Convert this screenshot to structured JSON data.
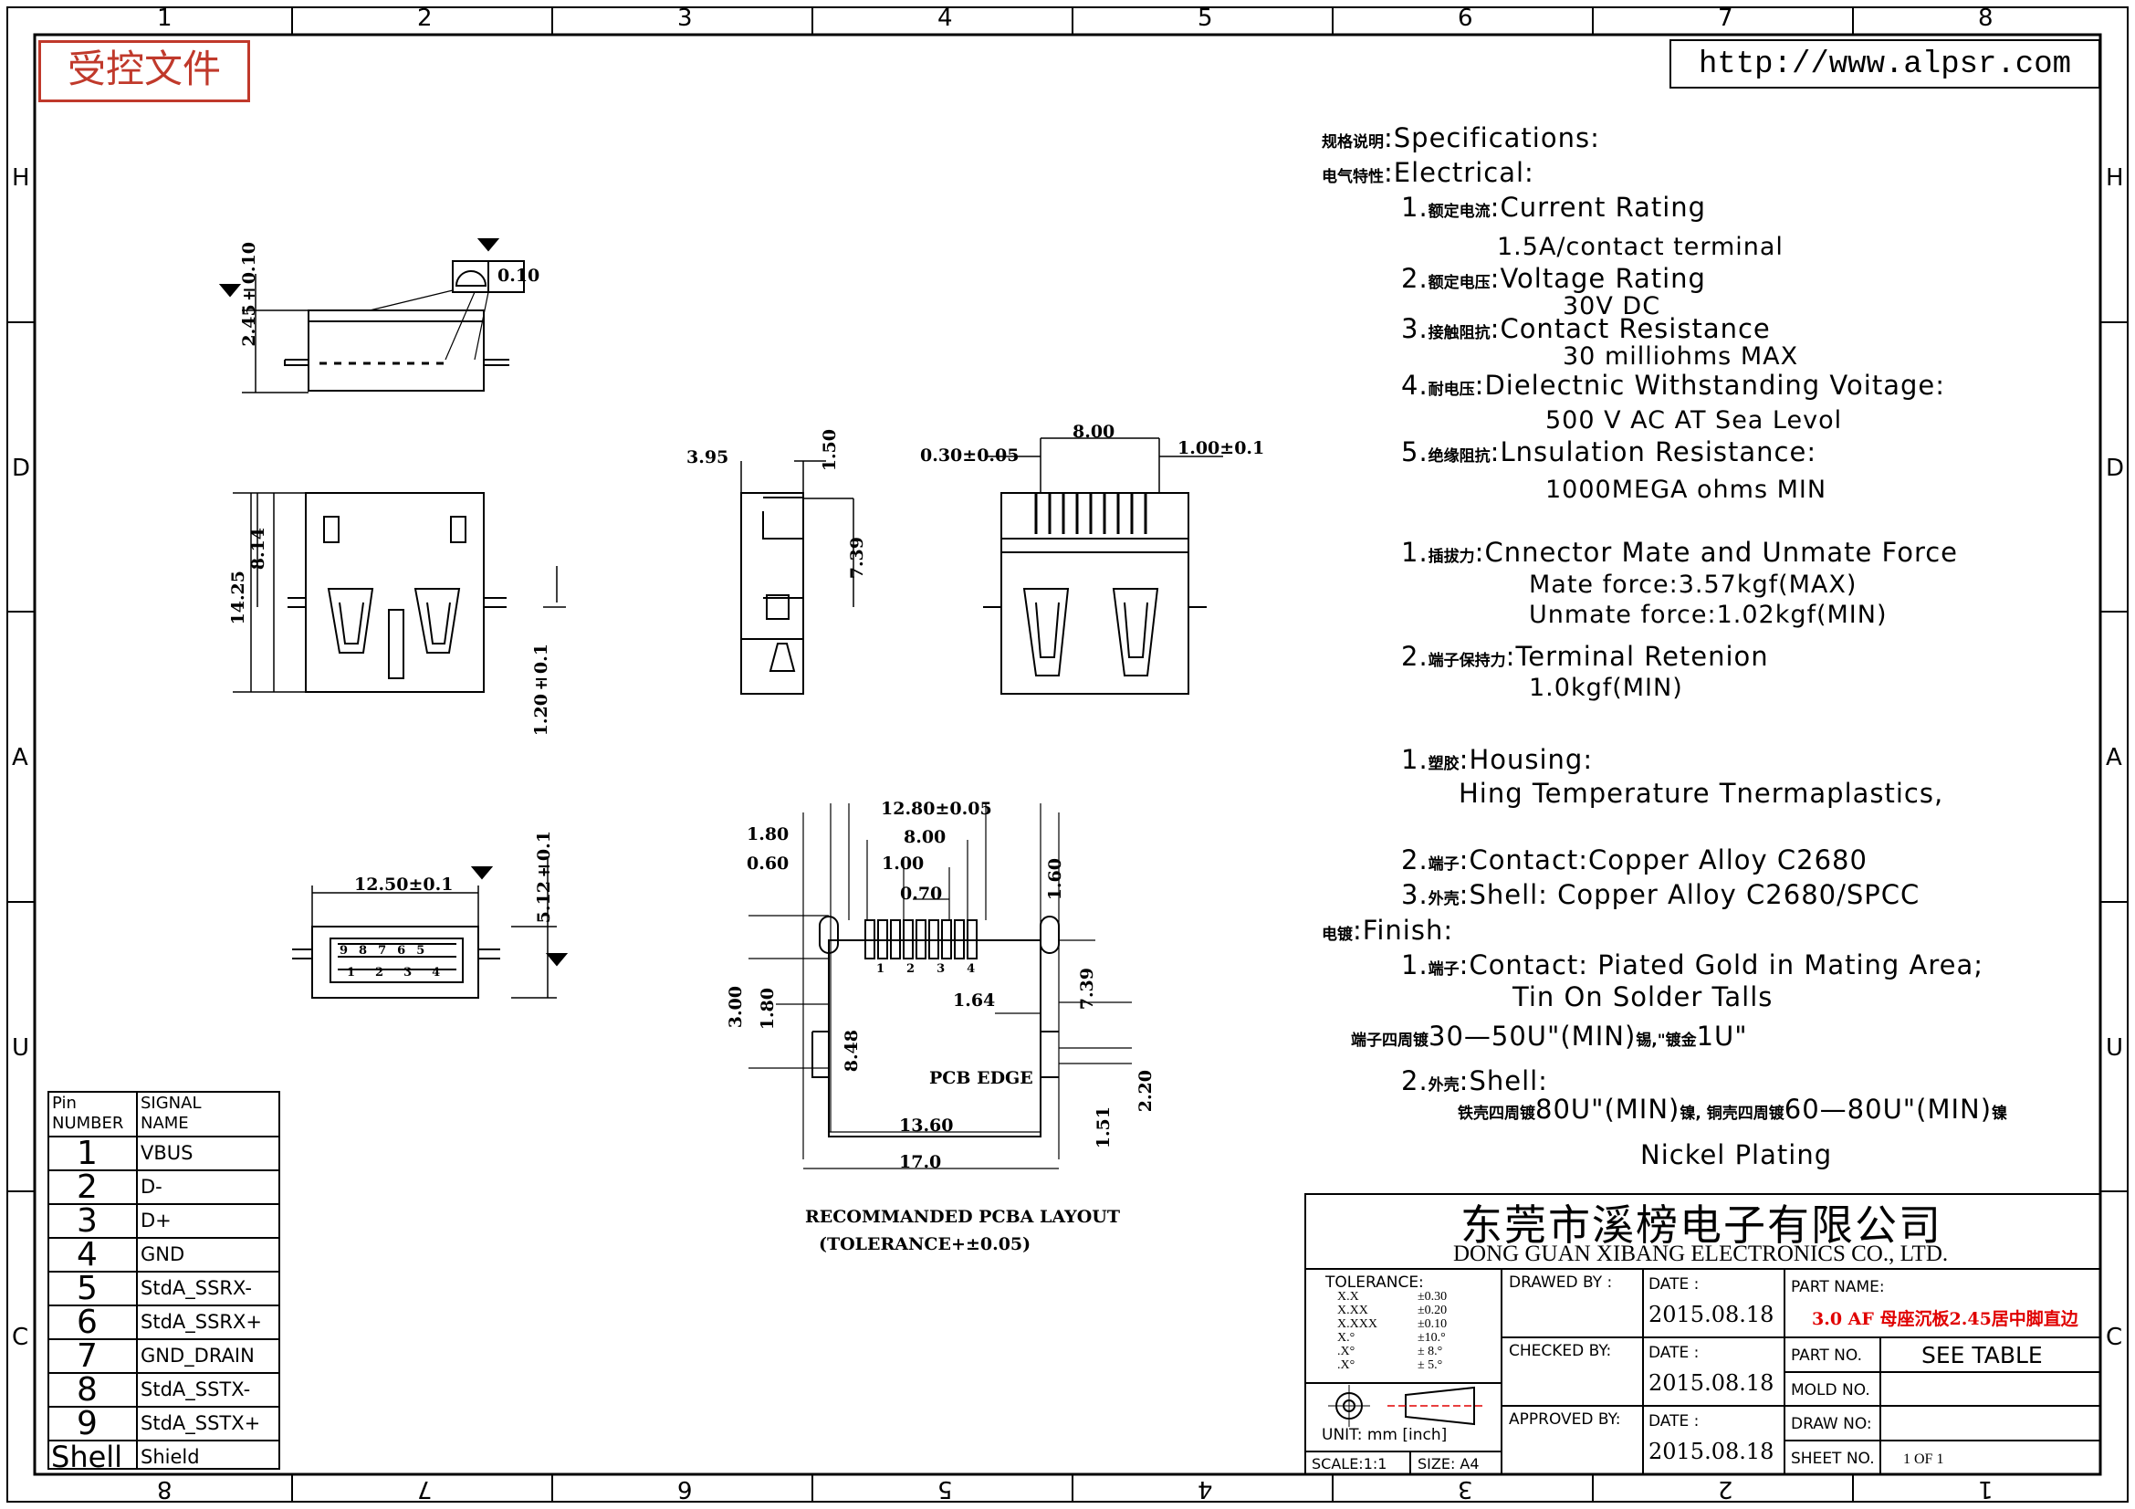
{
  "page": {
    "stamp": "受控文件",
    "url": "http://www.alpsr.com"
  },
  "frame": {
    "top_numbers": [
      "1",
      "2",
      "3",
      "4",
      "5",
      "6",
      "7",
      "8"
    ],
    "bottom_numbers": [
      "8",
      "7",
      "6",
      "5",
      "4",
      "3",
      "2",
      "1"
    ],
    "side_letters": [
      "H",
      "D",
      "A",
      "U",
      "C"
    ]
  },
  "specs": {
    "title_cn": "规格说明",
    "title": ":Specifications:",
    "electrical_cn": "电气特性",
    "electrical": ":Electrical:",
    "current_num": "1.",
    "current_cn": "额定电流",
    "current": ":Current  Rating",
    "current_val": "1.5A/contact  terminal",
    "voltage_num": "2.",
    "voltage_cn": "额定电压",
    "voltage": ":Voltage  Rating",
    "voltage_val": "30V  DC",
    "contact_num": "3.",
    "contact_cn": "接触阻抗",
    "contact": ":Contact  Resistance",
    "contact_val": "30  milliohms  MAX",
    "dielectric_num": "4.",
    "dielectric_cn": "耐电压",
    "dielectric": ":Dielectnic  Withstanding  Voitage:",
    "dielectric_val": "500  V  AC  AT  Sea  Levol",
    "insulation_num": "5.",
    "insulation_cn": "绝缘阻抗",
    "insulation": ":Lnsulation  Resistance:",
    "insulation_val": "1000MEGA  ohms  MIN",
    "mate_num": "1.",
    "mate_cn": "插拔力",
    "mate": ":Cnnector  Mate  and  Unmate  Force",
    "mate_val1": "Mate  force:3.57kgf(MAX)",
    "mate_val2": "Unmate  force:1.02kgf(MIN)",
    "retention_num": "2.",
    "retention_cn": "端子保持力",
    "retention": ":Terminal  Retenion",
    "retention_val": "1.0kgf(MIN)",
    "housing_num": "1.",
    "housing_cn": "塑胶",
    "housing": ":Housing:",
    "housing_val": "Hing  Temperature   Tnermaplastics,",
    "contact_mat_num": "2.",
    "contact_mat_cn": "端子",
    "contact_mat": ":Contact:Copper  Alloy  C2680",
    "shell_mat_num": "3.",
    "shell_mat_cn": "外壳",
    "shell_mat": ":Shell:  Copper  Alloy  C2680/SPCC",
    "finish_cn": "电镀",
    "finish": ":Finish:",
    "fin_contact_num": "1.",
    "fin_contact_cn": "端子",
    "fin_contact": ":Contact:  Piated  Gold  in  Mating  Area;",
    "fin_contact_val": "Tin  On  Solder  Talls",
    "fin_plating_cn1": "端子四周镀",
    "fin_plating1": "30—50U\"(MIN)",
    "fin_plating_cn2": "锡,\"镀金",
    "fin_plating2": "1U\"",
    "fin_shell_num": "2.",
    "fin_shell_cn": "外壳",
    "fin_shell": ":Shell:",
    "fin_shell_cn1": "铁壳四周镀",
    "fin_shell_v1": "80U\"(MIN)",
    "fin_shell_cn2": "镍,  铜壳四周镀",
    "fin_shell_v2": "60—80U\"(MIN)",
    "fin_shell_cn3": "镍",
    "fin_shell_val": "Nickel  Plating"
  },
  "dims": {
    "d1": "2.45±0.10",
    "d2": "0.10",
    "d3": "14.25",
    "d4": "8.14",
    "d5": "1.20±0.1",
    "d6": "3.95",
    "d7": "1.50",
    "d8": "7.39",
    "d9": "0.30±0.05",
    "d10": "8.00",
    "d11": "1.00±0.1",
    "d12": "12.50±0.1",
    "d13": "5.12±0.1",
    "d14": "12.80±0.05",
    "d15": "8.00",
    "d16": "1.00",
    "d17": "0.70",
    "d18": "1.80",
    "d19": "0.60",
    "d20": "1.60",
    "d21": "3.00",
    "d22": "1.80",
    "d23": "1.64",
    "d24": "7.39",
    "d25": "8.48",
    "d26": "PCB EDGE",
    "d27": "2.20",
    "d28": "1.51",
    "d29": "13.60",
    "d30": "17.0",
    "pin_nums_top": [
      "9",
      "8",
      "7",
      "6",
      "5"
    ],
    "pin_nums_bottom": [
      "1",
      "2",
      "3",
      "4"
    ],
    "pcb_pin_nums": [
      "1",
      "2",
      "3",
      "4"
    ],
    "layout_title": "RECOMMANDED PCBA LAYOUT",
    "layout_tol": "(TOLERANCE+±0.05)"
  },
  "pin_table": {
    "header_pin": "Pin\nNUMBER",
    "header_signal": "SIGNAL\nNAME",
    "rows": [
      {
        "pin": "1",
        "signal": "VBUS"
      },
      {
        "pin": "2",
        "signal": "D-"
      },
      {
        "pin": "3",
        "signal": "D+"
      },
      {
        "pin": "4",
        "signal": "GND"
      },
      {
        "pin": "5",
        "signal": "StdA_SSRX-"
      },
      {
        "pin": "6",
        "signal": "StdA_SSRX+"
      },
      {
        "pin": "7",
        "signal": "GND_DRAIN"
      },
      {
        "pin": "8",
        "signal": "StdA_SSTX-"
      },
      {
        "pin": "9",
        "signal": "StdA_SSTX+"
      },
      {
        "pin": "Shell",
        "signal": "Shield"
      }
    ]
  },
  "title_block": {
    "company_cn": "东莞市溪榜电子有限公司",
    "company_en": "DONG  GUAN  XIBANG  ELECTRONICS  CO.,  LTD.",
    "tolerance_label": "TOLERANCE:",
    "tol_keys": [
      "X.X",
      "X.XX",
      "X.XXX",
      "X.°",
      "  .X°",
      "  .X°"
    ],
    "tol_vals": [
      "±0.30",
      "±0.20",
      "±0.10",
      "±10.°",
      "±  8.°",
      "±  5.°"
    ],
    "unit": "UNIT:  mm  [inch]",
    "scale": "SCALE:1:1",
    "size": "SIZE:  A4",
    "drawn_by": "DRAWED  BY :",
    "checked_by": "CHECKED  BY:",
    "approved_by": "APPROVED  BY:",
    "date_label": "DATE :",
    "date1": "2015.08.18",
    "date2": "2015.08.18",
    "date3": "2015.08.18",
    "part_name_label": "PART  NAME:",
    "part_name": "3.0 AF 母座沉板2.45居中脚直边",
    "part_no_label": "PART  NO.",
    "part_no": "SEE  TABLE",
    "mold_no_label": "MOLD  NO.",
    "draw_no_label": "DRAW  NO:",
    "sheet_no_label": "SHEET  NO.",
    "sheet_no": "1  OF  1"
  }
}
